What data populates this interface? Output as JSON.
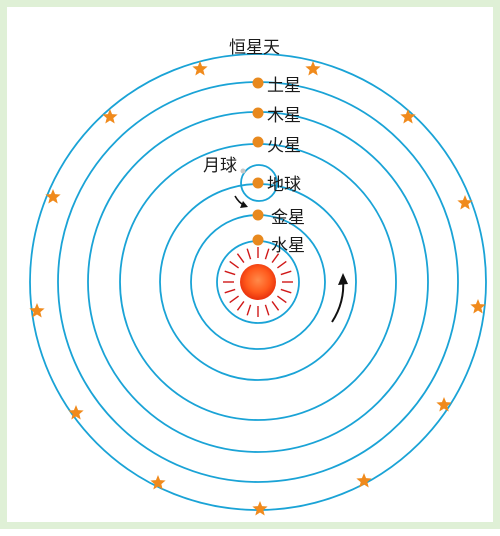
{
  "diagram": {
    "fixed_stars_label": "恒星天",
    "moon_label": "月球",
    "planets": [
      {
        "name": "土星"
      },
      {
        "name": "木星"
      },
      {
        "name": "火星"
      },
      {
        "name": "地球"
      },
      {
        "name": "金星"
      },
      {
        "name": "水星"
      }
    ]
  },
  "colors": {
    "frame": "#dff0d6",
    "orbit": "#1aa3d6",
    "star": "#f08a1c",
    "planet": "#e8891e",
    "sun_core": "#ff5a1c",
    "sun_rays": "#d01818"
  }
}
